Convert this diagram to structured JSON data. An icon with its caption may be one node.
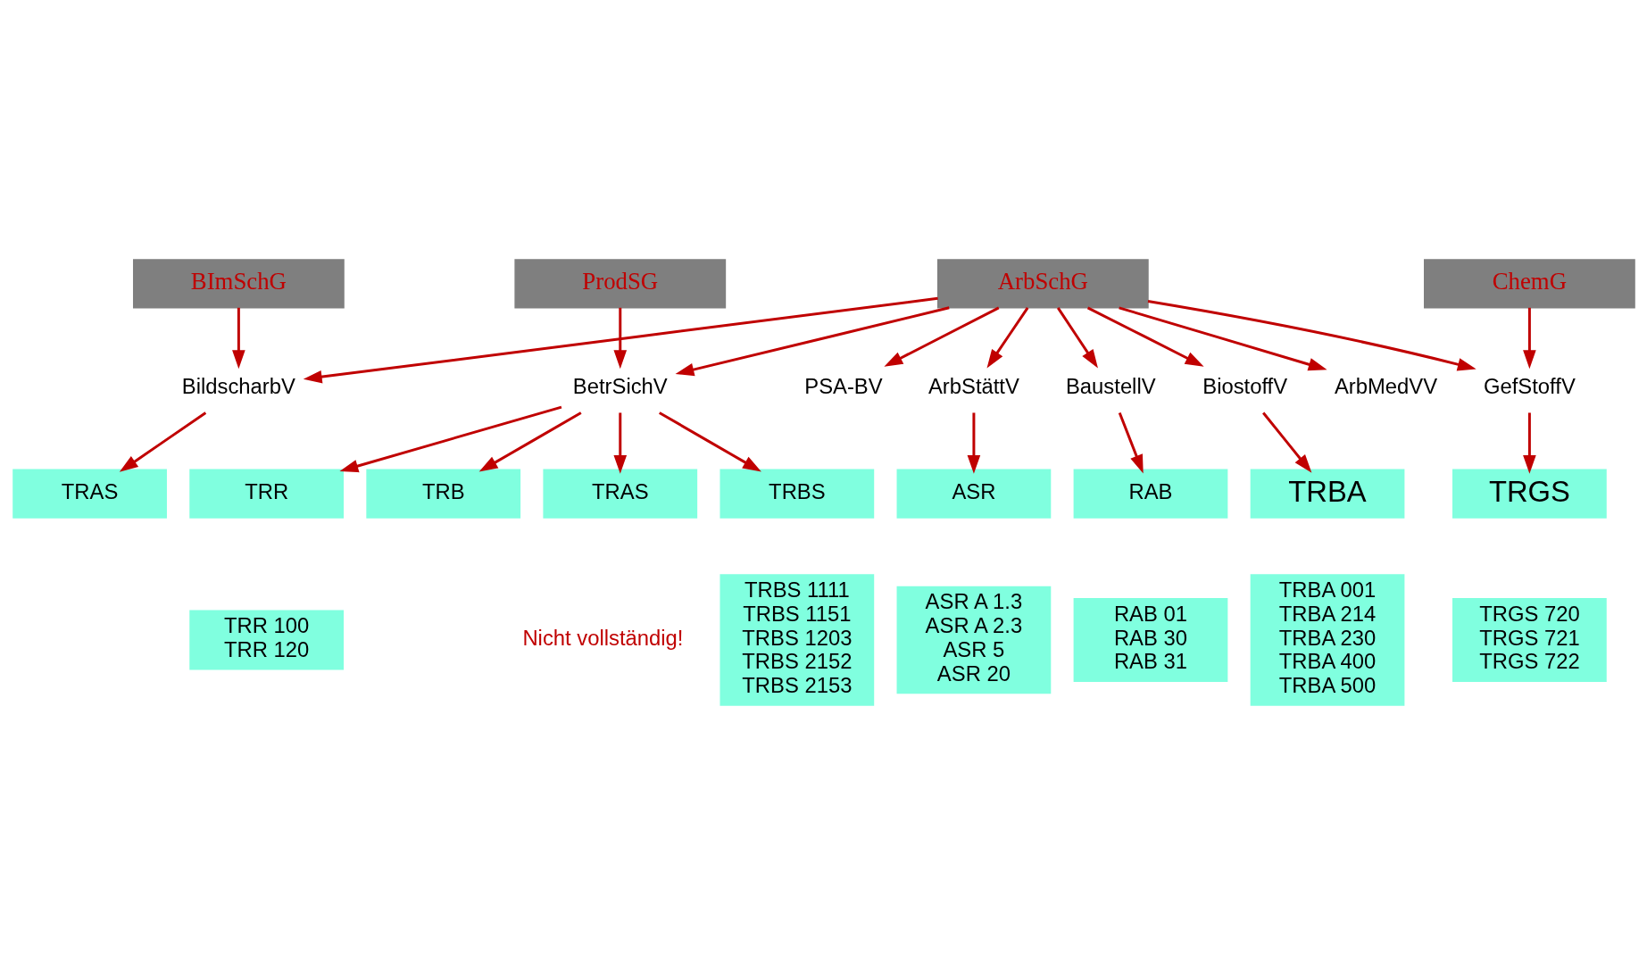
{
  "diagram": {
    "nodes": [
      {
        "text": [
          "ArbSchG"
        ]
      },
      {
        "text": [
          "BImSchG"
        ]
      },
      {
        "text": [
          "ProdSG"
        ]
      },
      {
        "text": [
          "ChemG"
        ]
      },
      {
        "text": [
          "ArbStättV"
        ]
      },
      {
        "text": [
          "BaustellV"
        ]
      },
      {
        "text": [
          "BildscharbV"
        ]
      },
      {
        "text": [
          "BetrSichV"
        ]
      },
      {
        "text": [
          "BiostoffV"
        ]
      },
      {
        "text": [
          "GefStoffV"
        ]
      },
      {
        "text": [
          "ArbMedVV"
        ]
      },
      {
        "text": [
          "PSA-BV"
        ]
      },
      {
        "text": [
          "ASR"
        ]
      },
      {
        "text": [
          "ASR A 1.3",
          "ASR A 2.3",
          "ASR 5",
          "ASR 20"
        ]
      },
      {
        "text": [
          "RAB"
        ]
      },
      {
        "text": [
          "RAB 01",
          "RAB 30",
          "RAB 31"
        ]
      },
      {
        "text": [
          "TRAS"
        ]
      },
      {
        "text": [
          "TRBA"
        ]
      },
      {
        "text": [
          "TRBA 001",
          "TRBA 214",
          "TRBA 230",
          "TRBA 400",
          "TRBA 500"
        ]
      },
      {
        "text": [
          "TRGS"
        ]
      },
      {
        "text": [
          "TRGS 720",
          "TRGS 721",
          "TRGS 722"
        ]
      },
      {
        "text": [
          "TRBS"
        ]
      },
      {
        "text": [
          "TRBS 1111",
          "TRBS 1151",
          "TRBS 1203",
          "TRBS 2152",
          "TRBS 2153"
        ]
      },
      {
        "text": [
          "TRR"
        ]
      },
      {
        "text": [
          "TRR 100",
          "TRR 120"
        ]
      },
      {
        "text": [
          "TRB"
        ]
      },
      {
        "text": [
          "TRAS"
        ]
      }
    ],
    "edges": [
      {
        "from": 0,
        "to": 4,
        "arrow": "to"
      },
      {
        "from": 0,
        "to": 5,
        "arrow": "to"
      },
      {
        "from": 0,
        "to": 6,
        "arrow": "to"
      },
      {
        "from": 0,
        "to": 7,
        "arrow": "to"
      },
      {
        "from": 0,
        "to": 8,
        "arrow": "to"
      },
      {
        "from": 0,
        "to": 9,
        "arrow": "to"
      },
      {
        "from": 0,
        "to": 10,
        "arrow": "to"
      },
      {
        "from": 0,
        "to": 11,
        "arrow": "to"
      },
      {
        "from": 1,
        "to": 6,
        "arrow": "to"
      },
      {
        "from": 2,
        "to": 7,
        "arrow": "to"
      },
      {
        "from": 3,
        "to": 9,
        "arrow": "to"
      },
      {
        "from": 4,
        "to": 12,
        "arrow": "to"
      },
      {
        "from": 5,
        "to": 14,
        "arrow": "to"
      },
      {
        "from": 6,
        "to": 16,
        "arrow": "to"
      },
      {
        "from": 8,
        "to": 17,
        "arrow": "to"
      },
      {
        "from": 9,
        "to": 19,
        "arrow": "to"
      },
      {
        "from": 7,
        "to": 21,
        "arrow": "to"
      },
      {
        "from": 7,
        "to": 23,
        "arrow": "to"
      },
      {
        "from": 7,
        "to": 25,
        "arrow": "to"
      },
      {
        "from": 7,
        "to": 26,
        "arrow": "to"
      }
    ],
    "labels": [
      "Nicht vollständig!"
    ]
  }
}
